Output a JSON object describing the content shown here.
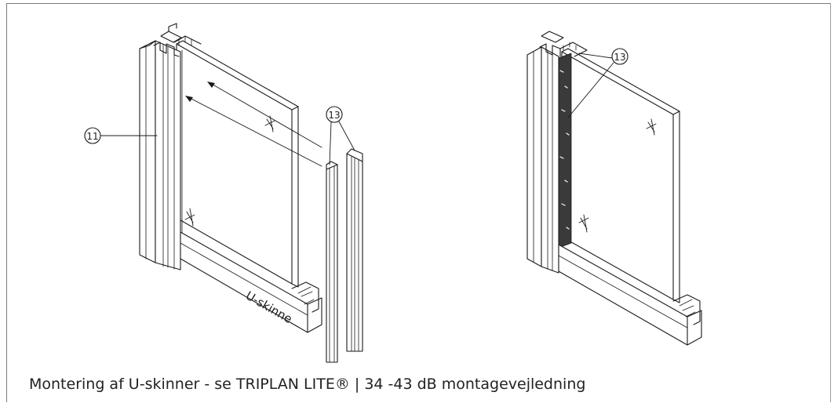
{
  "caption": {
    "text": "Montering af U-skinner - se TRIPLAN LITE® | 34 -43 dB montagevejledning"
  },
  "left_drawing": {
    "callout_frame": "11",
    "callout_profiles": "13",
    "rail_label": "U-skinne"
  },
  "right_drawing": {
    "callout_profiles": "13"
  },
  "colors": {
    "line": "#1a1a1a",
    "frame_border": "#7a7a7a",
    "background": "#ffffff"
  }
}
